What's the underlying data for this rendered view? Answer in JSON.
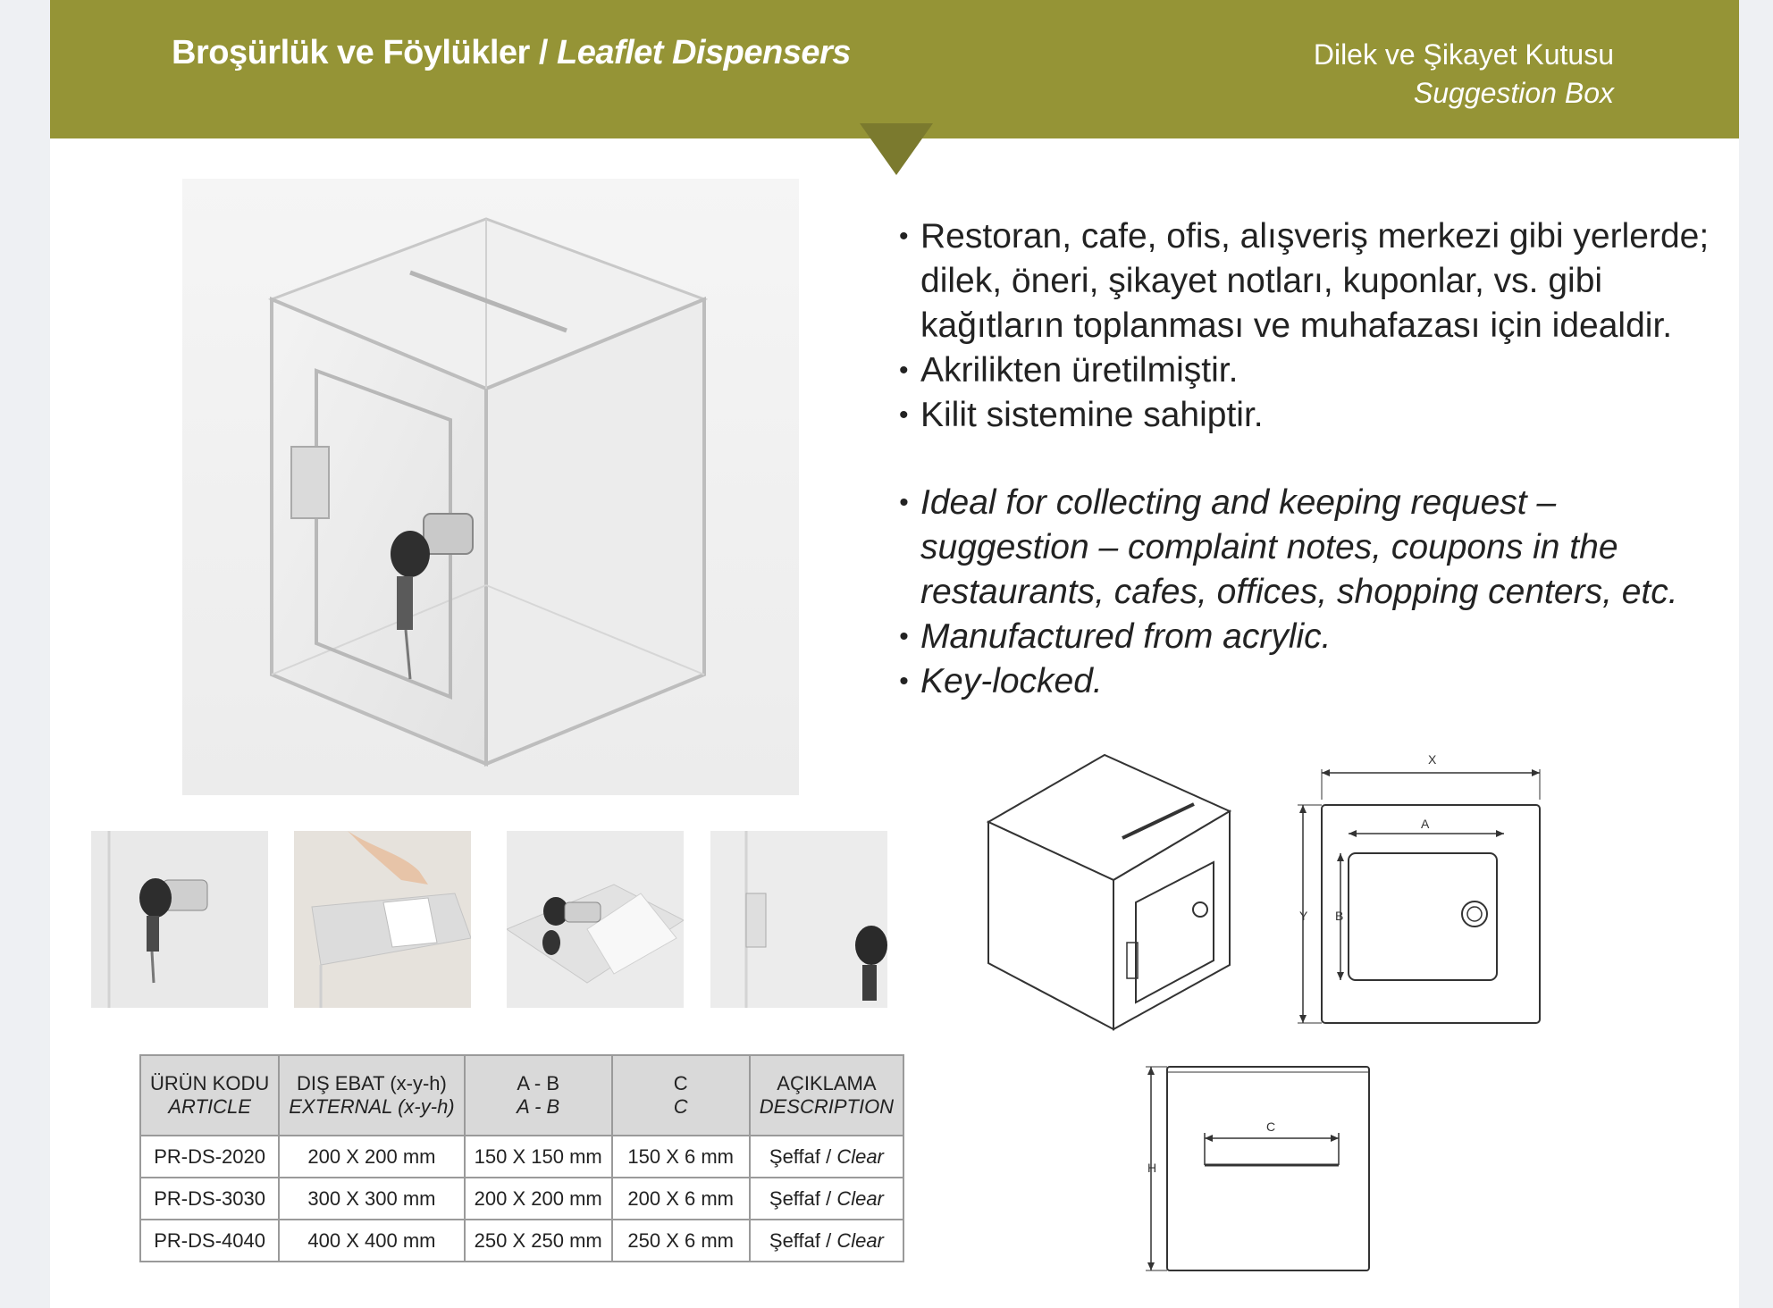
{
  "header": {
    "title_tr": "Broşürlük ve Föylükler / ",
    "title_en": "Leaflet Dispensers",
    "subtitle_tr": "Dilek ve Şikayet Kutusu",
    "subtitle_en": "Suggestion Box",
    "color": "#959436"
  },
  "features_tr": [
    "Restoran, cafe, ofis, alışveriş merkezi  gibi yerlerde; dilek, öneri, şikayet notları, kuponlar, vs. gibi kağıtların toplanması ve muhafazası için idealdir.",
    "Akrilikten üretilmiştir.",
    "Kilit sistemine sahiptir."
  ],
  "features_en": [
    "Ideal for collecting and keeping request – suggestion – complaint notes, coupons  in the restaurants, cafes, offices, shopping centers, etc.",
    "Manufactured from acrylic.",
    "Key-locked."
  ],
  "bullet": "•",
  "drawing_labels": {
    "x": "X",
    "a": "A",
    "y": "Y",
    "b": "B",
    "c": "C",
    "h": "H"
  },
  "table": {
    "headers_tr": [
      "ÜRÜN KODU",
      "DIŞ EBAT (x-y-h)",
      "A - B",
      "C",
      "AÇIKLAMA"
    ],
    "headers_en": [
      "ARTICLE",
      "EXTERNAL (x-y-h)",
      "A - B",
      "C",
      "DESCRIPTION"
    ],
    "rows": [
      {
        "code": "PR-DS-2020",
        "external": "200 X 200 mm",
        "ab": "150 X 150 mm",
        "c": "150 X 6 mm",
        "desc_tr": "Şeffaf / ",
        "desc_en": "Clear"
      },
      {
        "code": "PR-DS-3030",
        "external": "300 X 300 mm",
        "ab": "200 X 200 mm",
        "c": "200 X 6 mm",
        "desc_tr": "Şeffaf / ",
        "desc_en": "Clear"
      },
      {
        "code": "PR-DS-4040",
        "external": "400 X 400 mm",
        "ab": "250 X 250 mm",
        "c": "250 X 6 mm",
        "desc_tr": "Şeffaf / ",
        "desc_en": "Clear"
      }
    ]
  }
}
